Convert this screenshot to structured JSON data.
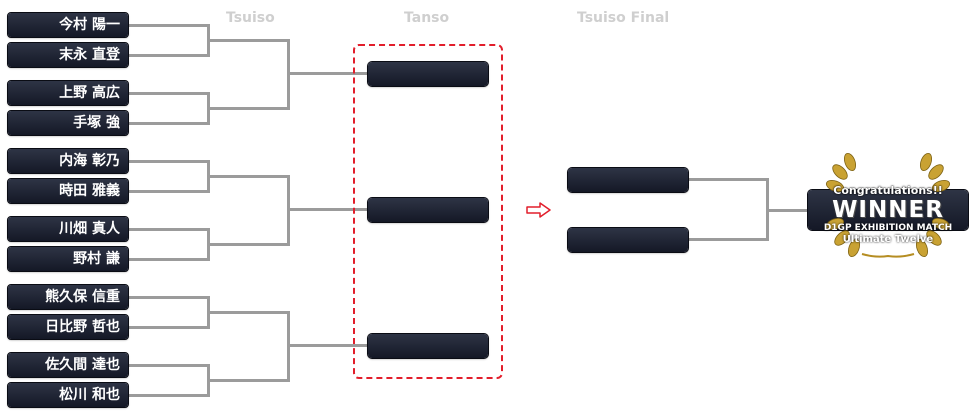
{
  "stages": {
    "tsuiso": "Tsuiso",
    "tanso": "Tanso",
    "tsuiso_final": "Tsuiso Final"
  },
  "players": [
    "今村 陽一",
    "末永 直登",
    "上野 高広",
    "手塚 強",
    "内海 彰乃",
    "時田 雅義",
    "川畑 真人",
    "野村 謙",
    "熊久保 信重",
    "日比野 哲也",
    "佐久間 達也",
    "松川 和也"
  ],
  "winner": {
    "congrats": "Congratulations!!",
    "title": "WINNER",
    "event": "D1GP EXHIBITION MATCH",
    "subtitle": "Ultimate Twelve"
  },
  "colors": {
    "slot_dark": "#141826",
    "bracket_line": "#9b9b9b",
    "tanso_border": "#e21e2b",
    "arrow": "#e21e2b",
    "stage_label": "#cfcfcf",
    "laurel_gold": "#c9a233"
  },
  "icons": {
    "arrow": "right-arrow-icon",
    "laurel": "laurel-wreath-icon"
  }
}
